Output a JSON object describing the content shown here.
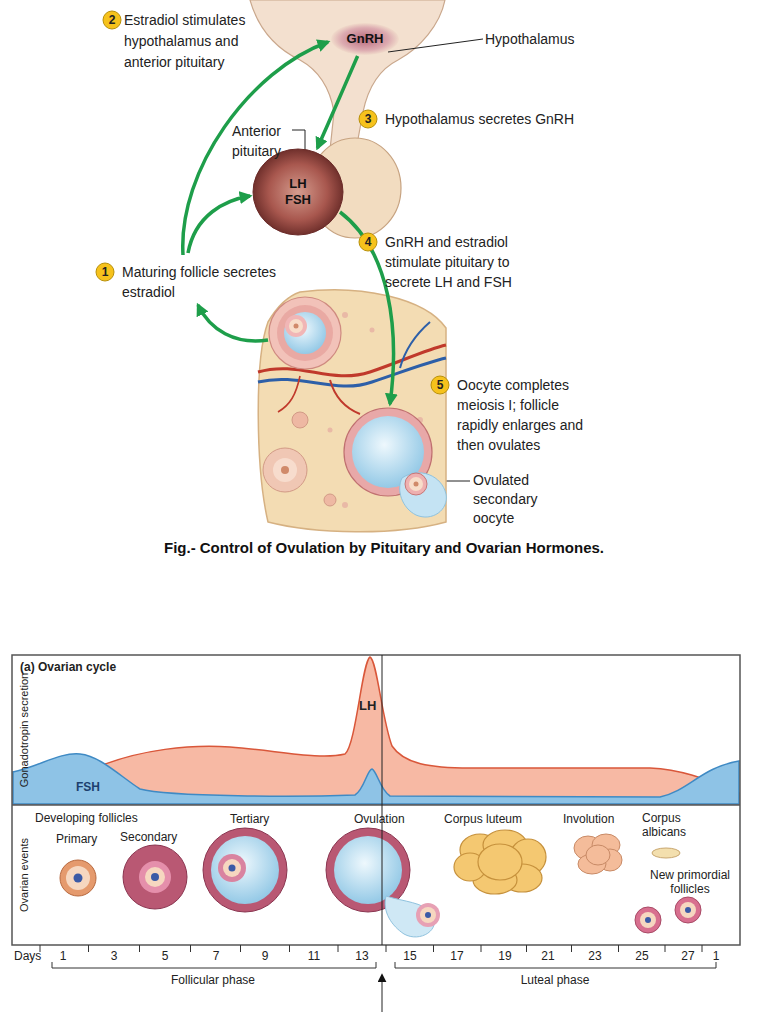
{
  "diagram": {
    "caption": "Fig.- Control of Ovulation by Pituitary and Ovarian Hormones.",
    "nodes": [
      {
        "text": [
          "GnRH"
        ]
      },
      {
        "text": [
          "LH",
          "FSH"
        ]
      }
    ],
    "edges": [
      {
        "from": 0,
        "to": 1,
        "arrow": "to"
      }
    ],
    "labels": [
      "2",
      "Estradiol stimulates hypothalamus and anterior pituitary",
      "Hypothalamus",
      "3",
      "Hypothalamus secretes GnRH",
      "Anterior pituitary",
      "4",
      "GnRH and estradiol stimulate pituitary to secrete LH and FSH",
      "1",
      "Maturing follicle secretes estradiol",
      "5",
      "Oocyte completes meiosis I; follicle rapidly enlarges and then ovulates",
      "Ovulated secondary oocyte",
      "(a) Ovarian cycle",
      "Gonadotropin secretion",
      "LH",
      "FSH",
      "Ovarian events",
      "Developing follicles",
      "Primary",
      "Secondary",
      "Tertiary",
      "Ovulation",
      "Corpus luteum",
      "Involution",
      "Corpus albicans",
      "New primordial follicles",
      "Days",
      "1",
      "3",
      "5",
      "7",
      "9",
      "11",
      "13",
      "15",
      "17",
      "19",
      "21",
      "23",
      "25",
      "27",
      "1",
      "Follicular phase",
      "Luteal phase"
    ]
  }
}
